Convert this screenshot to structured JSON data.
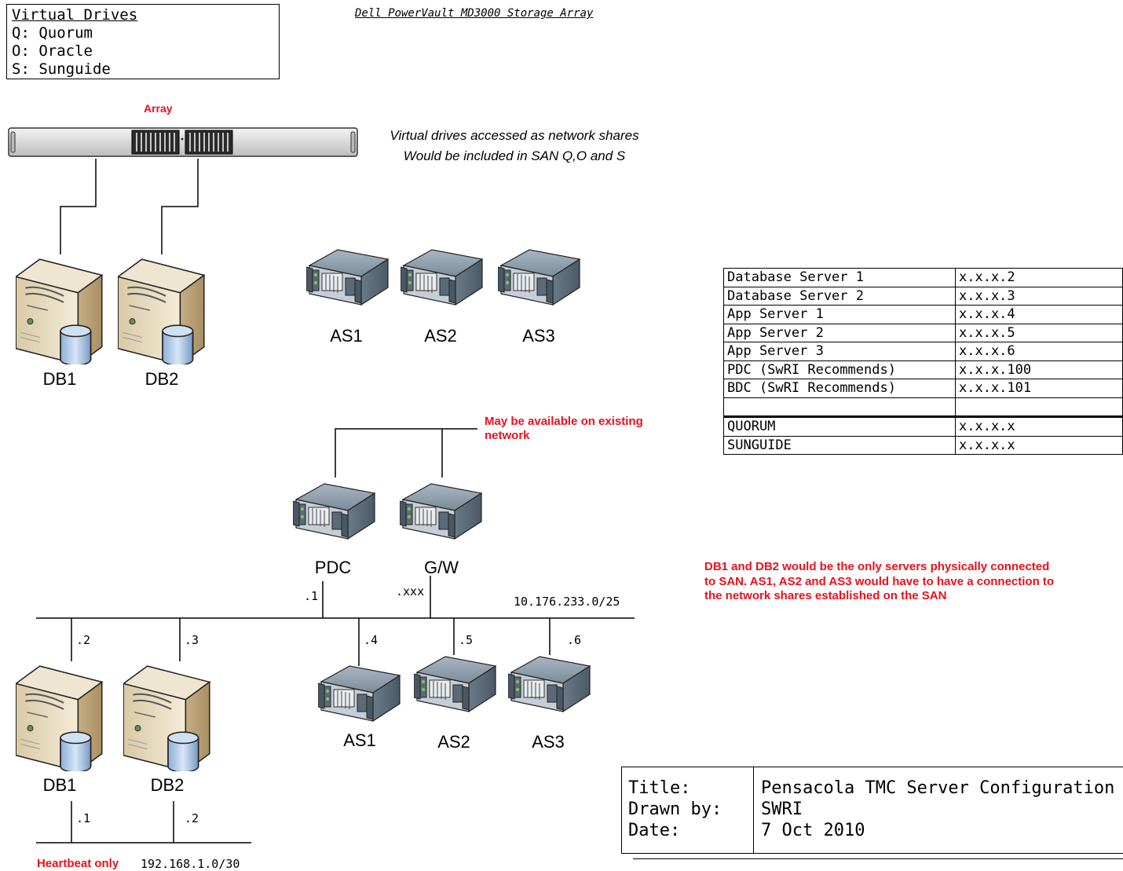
{
  "legend": {
    "title": "Virtual Drives",
    "items": [
      "Q: Quorum",
      "O: Oracle",
      "S: Sunguide"
    ]
  },
  "diagram_title": "Dell PowerVault MD3000 Storage Array",
  "array_label": "Array",
  "array_note": [
    "Virtual drives accessed as network shares",
    "Would be included in SAN Q,O and S"
  ],
  "top_servers": {
    "db": [
      "DB1",
      "DB2"
    ],
    "app": [
      "AS1",
      "AS2",
      "AS3"
    ]
  },
  "existing_network_note": [
    "May be available on existing",
    "network"
  ],
  "mid_servers": [
    "PDC",
    "G/W"
  ],
  "network": {
    "subnet": "10.176.233.0/25",
    "pdc_ip": ".1",
    "gw_ip": ".xxx",
    "db_ips": [
      ".2",
      ".3"
    ],
    "app_ips": [
      ".4",
      ".5",
      ".6"
    ]
  },
  "bottom_servers": {
    "db": [
      "DB1",
      "DB2"
    ],
    "app": [
      "AS1",
      "AS2",
      "AS3"
    ]
  },
  "heartbeat": {
    "label": "Heartbeat only",
    "subnet": "192.168.1.0/30",
    "ips": [
      ".1",
      ".2"
    ]
  },
  "san_note": [
    "DB1 and DB2 would be the only servers physically connected",
    "to SAN. AS1, AS2 and AS3 would have to have a connection to",
    "the network shares established on the SAN"
  ],
  "ip_table": [
    [
      "Database Server 1",
      "x.x.x.2"
    ],
    [
      "Database Server 2",
      "x.x.x.3"
    ],
    [
      "App Server 1",
      "x.x.x.4"
    ],
    [
      "App Server 2",
      "x.x.x.5"
    ],
    [
      "App Server 3",
      "x.x.x.6"
    ],
    [
      "PDC (SwRI Recommends)",
      "x.x.x.100"
    ],
    [
      "BDC (SwRI Recommends)",
      "x.x.x.101"
    ],
    [
      "",
      ""
    ],
    [
      "QUORUM",
      "x.x.x.x"
    ],
    [
      "SUNGUIDE",
      "x.x.x.x"
    ]
  ],
  "title_block": {
    "title_label": "Title:",
    "title_value": "Pensacola TMC Server Configuration",
    "drawn_label": "Drawn by:",
    "drawn_value": "SWRI",
    "date_label": "Date:",
    "date_value": "7 Oct 2010"
  }
}
